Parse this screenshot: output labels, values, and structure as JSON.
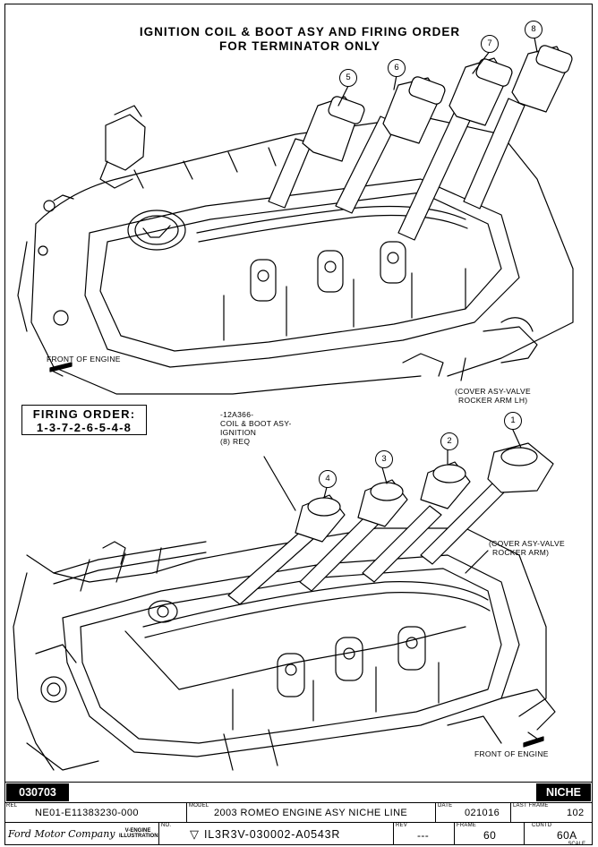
{
  "title": {
    "line1": "IGNITION COIL & BOOT ASY AND FIRING ORDER",
    "line2": "FOR TERMINATOR ONLY"
  },
  "firing_order": {
    "label": "FIRING ORDER:",
    "sequence": "1-3-7-2-6-5-4-8"
  },
  "callouts": {
    "front_of_engine": "FRONT OF ENGINE",
    "cover_lh_line1": "(COVER ASY-VALVE",
    "cover_lh_line2": "ROCKER ARM LH)",
    "cover_rh_line1": "(COVER ASY-VALVE",
    "cover_rh_line2": "ROCKER ARM)",
    "coil_part": "-12A366-",
    "coil_line1": "COIL & BOOT ASY-",
    "coil_line2": "IGNITION",
    "coil_qty": "(8) REQ"
  },
  "cylinder_numbers": {
    "upper": [
      "5",
      "6",
      "7",
      "8"
    ],
    "lower": [
      "4",
      "3",
      "2",
      "1"
    ]
  },
  "title_block": {
    "code_left": "030703",
    "code_right": "NICHE",
    "rel_label": "REL",
    "rel_value": "NE01-E11383230-000",
    "model_label": "MODEL",
    "model_value": "2003 ROMEO ENGINE ASY NICHE LINE",
    "date_label": "DATE",
    "date_value": "021016",
    "last_frame_label": "LAST FRAME",
    "last_frame_value": "102",
    "company": "Ford Motor Company",
    "illustration_line1": "V-ENGINE",
    "illustration_line2": "ILLUSTRATION",
    "no_label": "NO.",
    "no_value": "IL3R3V-030002-A0543R",
    "rev_label": "REV",
    "rev_value": "---",
    "frame_label": "FRAME",
    "frame_value": "60",
    "contd_label": "CONTD",
    "contd_value": "60A",
    "scale_label": "SCALE"
  }
}
